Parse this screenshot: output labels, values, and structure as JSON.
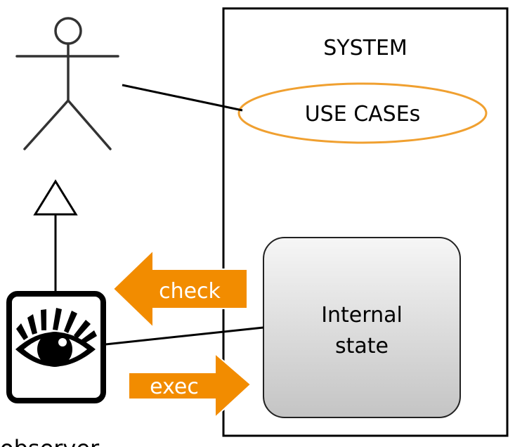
{
  "system": {
    "title": "SYSTEM"
  },
  "use_cases": {
    "label": "USE CASEs"
  },
  "internal_state": {
    "line1": "Internal",
    "line2": "state"
  },
  "arrows": {
    "check_label": "check",
    "exec_label": "exec"
  },
  "observer": {
    "label": "observer",
    "icon": "eye-icon"
  },
  "actor": {
    "icon": "stick-figure-actor-icon"
  },
  "colors": {
    "ellipse_stroke": "#f0a030",
    "arrow_fill": "#f28c00",
    "arrow_text": "#ffffff",
    "line": "#000000",
    "state_fill_top": "#f6f6f6",
    "state_fill_bottom": "#c8c8c8"
  }
}
